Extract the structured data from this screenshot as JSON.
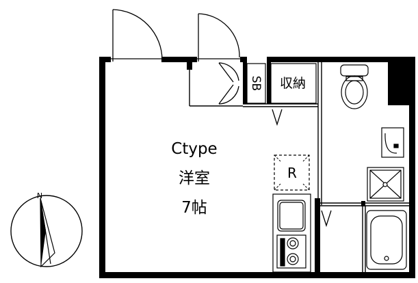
{
  "colors": {
    "wall": "#000000",
    "line": "#000000",
    "background": "#ffffff"
  },
  "room": {
    "type_label": "Ctype",
    "room_name": "洋室",
    "room_size": "7帖"
  },
  "labels": {
    "shoe_box": "SB",
    "storage": "収納",
    "refrigerator": "R"
  },
  "compass": {
    "north_label": "N"
  },
  "fixtures": [
    "toilet",
    "washbasin",
    "washing-machine-pan",
    "bathtub",
    "kitchen-sink",
    "two-burner-stove"
  ],
  "icons": [
    "compass-rose-icon",
    "door-swing-icon",
    "toilet-icon",
    "bathtub-icon",
    "sink-icon",
    "stove-burner-icon"
  ]
}
